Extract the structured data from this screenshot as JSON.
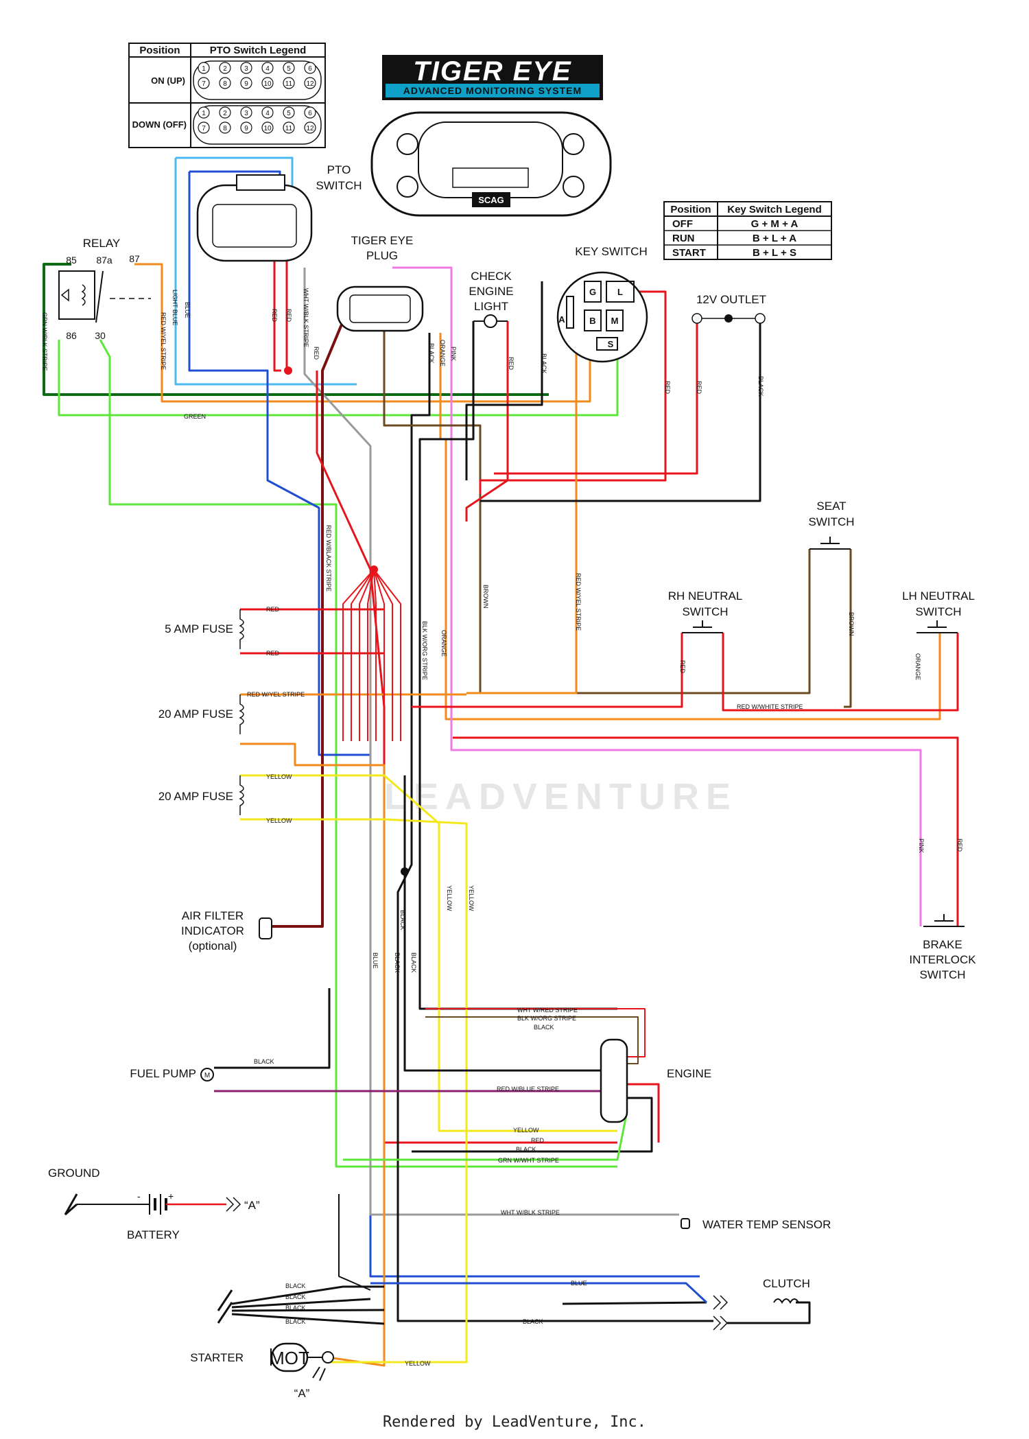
{
  "pto_legend": {
    "header": [
      "Position",
      "PTO Switch Legend"
    ],
    "rows": [
      {
        "label": "ON (UP)",
        "pins": [
          "1",
          "2",
          "3",
          "4",
          "5",
          "6",
          "7",
          "8",
          "9",
          "10",
          "11",
          "12"
        ]
      },
      {
        "label": "DOWN (OFF)",
        "pins": [
          "1",
          "2",
          "3",
          "4",
          "5",
          "6",
          "7",
          "8",
          "9",
          "10",
          "11",
          "12"
        ]
      }
    ]
  },
  "key_legend": {
    "header": [
      "Position",
      "Key Switch Legend"
    ],
    "rows": [
      [
        "OFF",
        "G + M + A"
      ],
      [
        "RUN",
        "B + L + A"
      ],
      [
        "START",
        "B + L + S"
      ]
    ]
  },
  "logo": {
    "title": "TIGER EYE",
    "subtitle": "ADVANCED MONITORING SYSTEM",
    "brand": "SCAG"
  },
  "components": {
    "pto_switch": [
      "PTO",
      "SWITCH"
    ],
    "relay": "RELAY",
    "relay_pins": [
      "85",
      "87a",
      "87",
      "86",
      "30"
    ],
    "tiger_eye_plug": [
      "TIGER EYE",
      "PLUG"
    ],
    "check_engine": [
      "CHECK",
      "ENGINE",
      "LIGHT"
    ],
    "key_switch": "KEY SWITCH",
    "key_pins": [
      "G",
      "L",
      "A",
      "B",
      "M",
      "S"
    ],
    "outlet": "12V OUTLET",
    "seat_switch": [
      "SEAT",
      "SWITCH"
    ],
    "rh_neutral": [
      "RH NEUTRAL",
      "SWITCH"
    ],
    "lh_neutral": [
      "LH NEUTRAL",
      "SWITCH"
    ],
    "fuse_5": "5 AMP FUSE",
    "fuse_20a": "20 AMP FUSE",
    "fuse_20b": "20 AMP FUSE",
    "air_filter": [
      "AIR FILTER",
      "INDICATOR",
      "(optional)"
    ],
    "brake": [
      "BRAKE",
      "INTERLOCK",
      "SWITCH"
    ],
    "engine": "ENGINE",
    "fuel_pump": "FUEL PUMP",
    "ground": "GROUND",
    "battery": "BATTERY",
    "battery_ref": "“A”",
    "water_temp": "WATER TEMP SENSOR",
    "clutch": "CLUTCH",
    "starter": "STARTER",
    "motor": "MOT",
    "starter_ref": "“A”"
  },
  "wire_labels": {
    "grn_blk": "GRN W/BLK STRIPE",
    "light_blue": "LIGHT BLUE",
    "blue": "BLUE",
    "red_yel": "RED W/YEL STRIPE",
    "red": "RED",
    "wht_blk": "WHT W/BLK STRIPE",
    "green": "GREEN",
    "black": "BLACK",
    "orange": "ORANGE",
    "pink": "PINK",
    "brown": "BROWN",
    "red_blk": "RED W/BLACK STRIPE",
    "blk_org": "BLK W/ORG STRIPE",
    "red_white": "RED W/WHITE STRIPE",
    "yellow": "YELLOW",
    "wht_red": "WHT W/RED STRIPE",
    "red_blue": "RED W/BLUE STRIPE",
    "grn_wht": "GRN W/WHT STRIPE"
  },
  "colors": {
    "red": "#e8141b",
    "green": "#5ee63a",
    "dkgreen": "#0b6b14",
    "blue": "#1f4fd0",
    "ltblue": "#4cb8f0",
    "orange": "#f28a1c",
    "pink": "#f07ae6",
    "brown": "#6b4a22",
    "yellow": "#f2e81c",
    "black": "#111111",
    "maroon": "#7a0f12",
    "purple": "#8a1f6e",
    "gray": "#9a9a9a"
  },
  "footer": "Rendered by LeadVenture, Inc.",
  "watermark": "LEADVENTURE"
}
